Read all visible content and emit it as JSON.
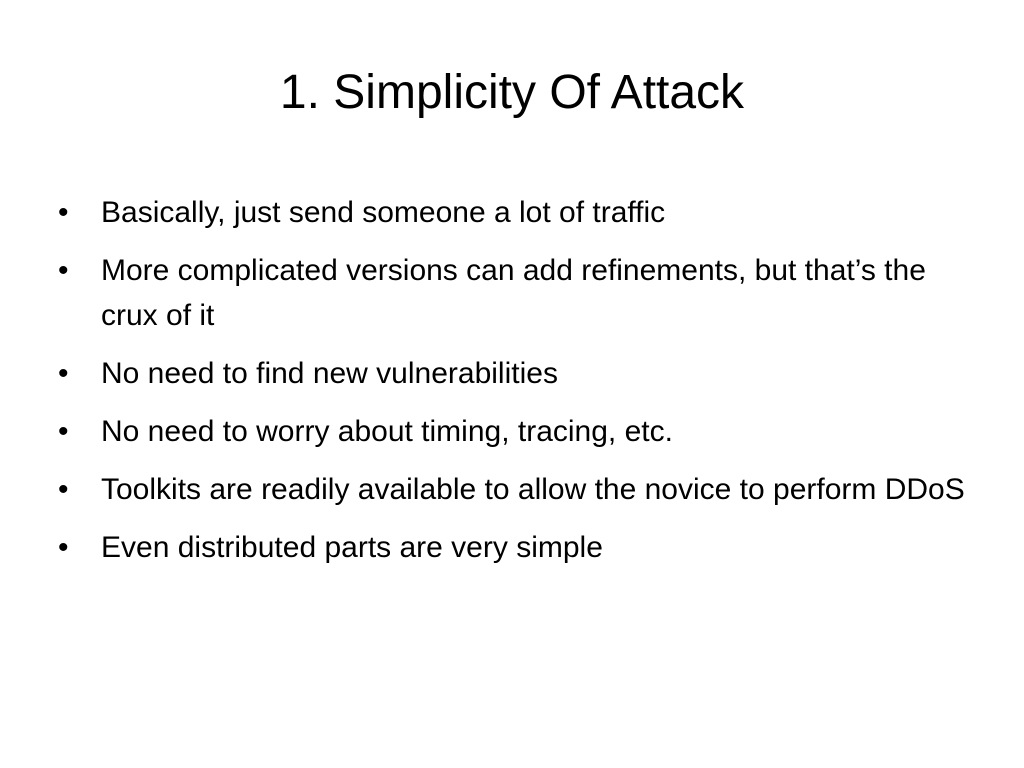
{
  "slide": {
    "title": "1. Simplicity Of Attack",
    "bullets": [
      "Basically, just send someone a lot of traffic",
      "More complicated versions can add refinements, but that’s the crux of it",
      "No need to find new vulnerabilities",
      "No need to worry about timing, tracing, etc.",
      "Toolkits are readily available to allow the novice to perform DDoS",
      "Even distributed parts are very simple"
    ],
    "bullet_symbol": "•"
  }
}
